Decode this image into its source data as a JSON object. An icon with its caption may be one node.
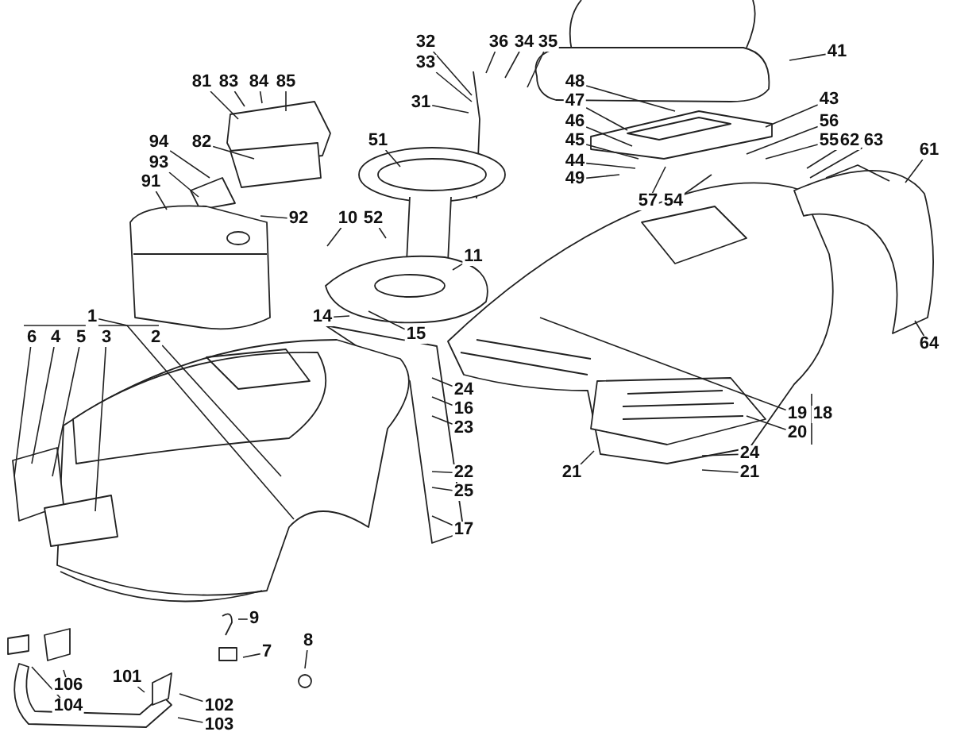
{
  "diagram": {
    "nodes": [
      {
        "text": [
          "32"
        ]
      },
      {
        "text": [
          "33"
        ]
      },
      {
        "text": [
          "36"
        ]
      },
      {
        "text": [
          "34"
        ]
      },
      {
        "text": [
          "35"
        ]
      },
      {
        "text": [
          "41"
        ]
      },
      {
        "text": [
          "81"
        ]
      },
      {
        "text": [
          "83"
        ]
      },
      {
        "text": [
          "84"
        ]
      },
      {
        "text": [
          "85"
        ]
      },
      {
        "text": [
          "48"
        ]
      },
      {
        "text": [
          "47"
        ]
      },
      {
        "text": [
          "43"
        ]
      },
      {
        "text": [
          "31"
        ]
      },
      {
        "text": [
          "46"
        ]
      },
      {
        "text": [
          "56"
        ]
      },
      {
        "text": [
          "45"
        ]
      },
      {
        "text": [
          "55"
        ]
      },
      {
        "text": [
          "62"
        ]
      },
      {
        "text": [
          "63"
        ]
      },
      {
        "text": [
          "61"
        ]
      },
      {
        "text": [
          "44"
        ]
      },
      {
        "text": [
          "82"
        ]
      },
      {
        "text": [
          "49"
        ]
      },
      {
        "text": [
          "51"
        ]
      },
      {
        "text": [
          "94"
        ]
      },
      {
        "text": [
          "57"
        ]
      },
      {
        "text": [
          "54"
        ]
      },
      {
        "text": [
          "93"
        ]
      },
      {
        "text": [
          "91"
        ]
      },
      {
        "text": [
          "10"
        ]
      },
      {
        "text": [
          "52"
        ]
      },
      {
        "text": [
          "92"
        ]
      },
      {
        "text": [
          "11"
        ]
      },
      {
        "text": [
          "14"
        ]
      },
      {
        "text": [
          "1"
        ]
      },
      {
        "text": [
          "15"
        ]
      },
      {
        "text": [
          "6"
        ]
      },
      {
        "text": [
          "4"
        ]
      },
      {
        "text": [
          "5"
        ]
      },
      {
        "text": [
          "3"
        ]
      },
      {
        "text": [
          "2"
        ]
      },
      {
        "text": [
          "64"
        ]
      },
      {
        "text": [
          "24"
        ]
      },
      {
        "text": [
          "16"
        ]
      },
      {
        "text": [
          "23"
        ]
      },
      {
        "text": [
          "19"
        ]
      },
      {
        "text": [
          "18"
        ]
      },
      {
        "text": [
          "20"
        ]
      },
      {
        "text": [
          "24"
        ]
      },
      {
        "text": [
          "21"
        ]
      },
      {
        "text": [
          "22"
        ]
      },
      {
        "text": [
          "21"
        ]
      },
      {
        "text": [
          "25"
        ]
      },
      {
        "text": [
          "17"
        ]
      },
      {
        "text": [
          "9"
        ]
      },
      {
        "text": [
          "7"
        ]
      },
      {
        "text": [
          "8"
        ]
      },
      {
        "text": [
          "106"
        ]
      },
      {
        "text": [
          "101"
        ]
      },
      {
        "text": [
          "104"
        ]
      },
      {
        "text": [
          "102"
        ]
      },
      {
        "text": [
          "103"
        ]
      }
    ],
    "edges": [
      {
        "from": 0,
        "to": null,
        "arrow": "none"
      },
      {
        "from": 1,
        "to": null,
        "arrow": "none"
      },
      {
        "from": 2,
        "to": null,
        "arrow": "none"
      },
      {
        "from": 3,
        "to": null,
        "arrow": "none"
      },
      {
        "from": 4,
        "to": null,
        "arrow": "none"
      },
      {
        "from": 5,
        "to": null,
        "arrow": "none"
      },
      {
        "from": 6,
        "to": null,
        "arrow": "none"
      },
      {
        "from": 7,
        "to": null,
        "arrow": "none"
      },
      {
        "from": 8,
        "to": null,
        "arrow": "none"
      },
      {
        "from": 9,
        "to": null,
        "arrow": "none"
      },
      {
        "from": 10,
        "to": null,
        "arrow": "none"
      },
      {
        "from": 11,
        "to": null,
        "arrow": "none"
      },
      {
        "from": 12,
        "to": null,
        "arrow": "none"
      },
      {
        "from": 13,
        "to": null,
        "arrow": "none"
      },
      {
        "from": 14,
        "to": null,
        "arrow": "none"
      },
      {
        "from": 15,
        "to": null,
        "arrow": "none"
      },
      {
        "from": 16,
        "to": null,
        "arrow": "none"
      },
      {
        "from": 17,
        "to": null,
        "arrow": "none"
      },
      {
        "from": 18,
        "to": null,
        "arrow": "none"
      },
      {
        "from": 19,
        "to": null,
        "arrow": "none"
      },
      {
        "from": 20,
        "to": null,
        "arrow": "none"
      },
      {
        "from": 21,
        "to": null,
        "arrow": "none"
      },
      {
        "from": 22,
        "to": null,
        "arrow": "none"
      },
      {
        "from": 23,
        "to": null,
        "arrow": "none"
      },
      {
        "from": 24,
        "to": null,
        "arrow": "none"
      },
      {
        "from": 25,
        "to": null,
        "arrow": "none"
      },
      {
        "from": 26,
        "to": null,
        "arrow": "none"
      },
      {
        "from": 27,
        "to": null,
        "arrow": "none"
      },
      {
        "from": 28,
        "to": null,
        "arrow": "none"
      },
      {
        "from": 29,
        "to": null,
        "arrow": "none"
      },
      {
        "from": 30,
        "to": null,
        "arrow": "none"
      },
      {
        "from": 31,
        "to": null,
        "arrow": "none"
      },
      {
        "from": 32,
        "to": null,
        "arrow": "none"
      },
      {
        "from": 33,
        "to": null,
        "arrow": "none"
      },
      {
        "from": 34,
        "to": null,
        "arrow": "none"
      },
      {
        "from": 35,
        "to": null,
        "arrow": "none"
      },
      {
        "from": 36,
        "to": null,
        "arrow": "none"
      },
      {
        "from": 37,
        "to": null,
        "arrow": "none"
      },
      {
        "from": 38,
        "to": null,
        "arrow": "none"
      },
      {
        "from": 39,
        "to": null,
        "arrow": "none"
      },
      {
        "from": 40,
        "to": null,
        "arrow": "none"
      },
      {
        "from": 41,
        "to": null,
        "arrow": "none"
      },
      {
        "from": 42,
        "to": null,
        "arrow": "none"
      },
      {
        "from": 43,
        "to": null,
        "arrow": "none"
      },
      {
        "from": 44,
        "to": null,
        "arrow": "none"
      },
      {
        "from": 45,
        "to": null,
        "arrow": "none"
      },
      {
        "from": 46,
        "to": null,
        "arrow": "none"
      },
      {
        "from": 48,
        "to": null,
        "arrow": "none"
      },
      {
        "from": 49,
        "to": null,
        "arrow": "none"
      },
      {
        "from": 50,
        "to": null,
        "arrow": "none"
      },
      {
        "from": 51,
        "to": null,
        "arrow": "none"
      },
      {
        "from": 52,
        "to": null,
        "arrow": "none"
      },
      {
        "from": 53,
        "to": null,
        "arrow": "none"
      },
      {
        "from": 54,
        "to": null,
        "arrow": "none"
      },
      {
        "from": 55,
        "to": null,
        "arrow": "none"
      },
      {
        "from": 56,
        "to": null,
        "arrow": "none"
      },
      {
        "from": 57,
        "to": null,
        "arrow": "none"
      },
      {
        "from": 58,
        "to": null,
        "arrow": "none"
      },
      {
        "from": 59,
        "to": null,
        "arrow": "none"
      },
      {
        "from": 60,
        "to": null,
        "arrow": "none"
      },
      {
        "from": 61,
        "to": null,
        "arrow": "none"
      },
      {
        "from": 62,
        "to": null,
        "arrow": "none"
      }
    ]
  }
}
